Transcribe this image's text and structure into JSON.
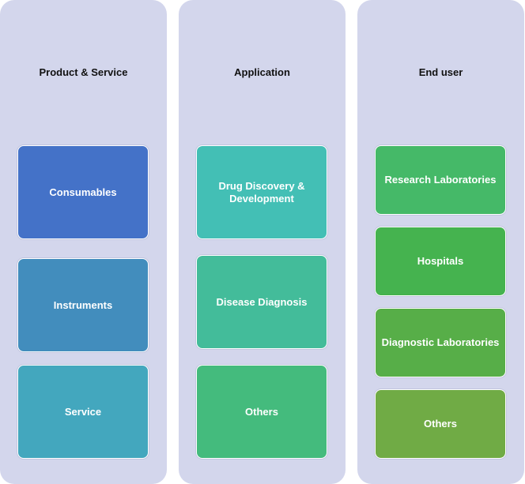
{
  "columns": [
    {
      "title": "Product & Service",
      "items": [
        {
          "label": "Consumables",
          "color": "#4472c8"
        },
        {
          "label": "Instruments",
          "color": "#428dbd"
        },
        {
          "label": "Service",
          "color": "#43a7be"
        }
      ]
    },
    {
      "title": "Application",
      "items": [
        {
          "label": "Drug Discovery & Development",
          "color": "#43bfb5"
        },
        {
          "label": "Disease Diagnosis",
          "color": "#43bc9a"
        },
        {
          "label": "Others",
          "color": "#44bb7d"
        }
      ]
    },
    {
      "title": "End user",
      "items": [
        {
          "label": "Research Laboratories",
          "color": "#45b968"
        },
        {
          "label": "Hospitals",
          "color": "#45b34f"
        },
        {
          "label": "Diagnostic Laboratories",
          "color": "#57ae48"
        },
        {
          "label": "Others",
          "color": "#70ab45"
        }
      ]
    }
  ]
}
